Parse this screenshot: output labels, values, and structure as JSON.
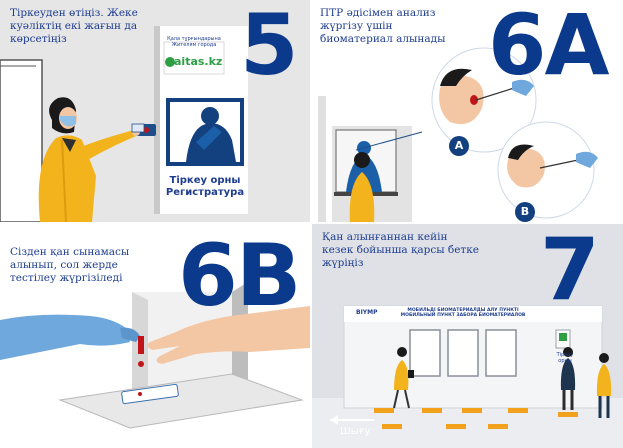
{
  "panel_5": {
    "caption": [
      "Тіркеуден өтіңіз. Жеке",
      "куәліктің екі жағын да",
      "көрсетіңіз"
    ],
    "step": "5",
    "sign_small_1": "Қала тұрғындарына",
    "sign_small_2": "Жителям города",
    "sign_logo": "aitas.kz",
    "sign_text_1": "Тіркеу орны",
    "sign_text_2": "Регистратура"
  },
  "panel_6a": {
    "caption": [
      "ПТР әдісімен анализ",
      "жүргізу үшін",
      "биоматериал алынады"
    ],
    "step": "6A",
    "badge_a": "A",
    "badge_b": "B"
  },
  "panel_6b": {
    "caption": [
      "Сізден қан сынамасы",
      "алынып, сол жерде",
      "тестілеу жүргізіледі"
    ],
    "step": "6B"
  },
  "panel_7": {
    "caption": [
      "Қан алынғаннан кейін",
      "кезек бойынша қарсы бетке",
      "жүріңіз"
    ],
    "step": "7",
    "building_brand": "BIYMP",
    "building_title": "МОБИЛЬДІ БИОМАТЕРИАЛДЫ АЛУ ПУНКТІ",
    "building_subtitle": "МОБИЛЬНЫЙ ПУНКТ ЗАБОРА БИОМАТЕРИАЛОВ",
    "register_sign": "Тіркеу орны",
    "exit_label": "Шығу"
  },
  "colors": {
    "accent_blue": "#0b3a8c",
    "caption_blue": "#1e3d8f",
    "jacket_yellow": "#f2b31c",
    "glove_blue": "#6fa8dc",
    "floor_marker": "#f2a11c",
    "blood_red": "#c0141a"
  }
}
